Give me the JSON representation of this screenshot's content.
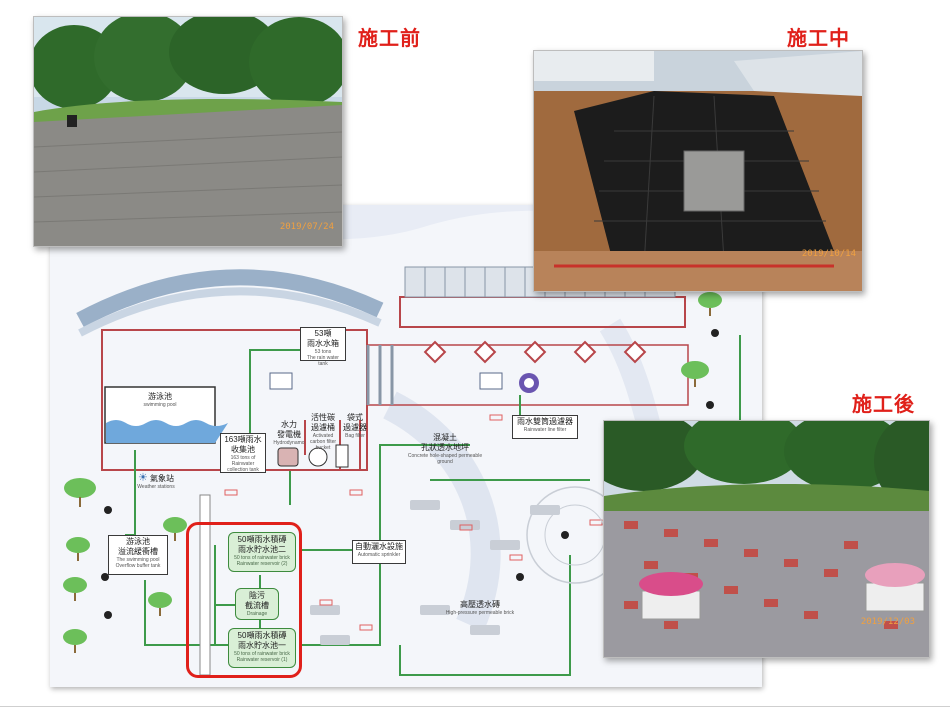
{
  "stages": {
    "before": "施工前",
    "during": "施工中",
    "after": "施工後"
  },
  "photos": {
    "before_date": "2019/07/24",
    "during_date": "2019/10/14",
    "after_date": "2019/12/03"
  },
  "diagram": {
    "roof_tank": {
      "zh1": "53噸",
      "zh2": "雨水水箱",
      "en": "53 tons",
      "en2": "The rain water tank"
    },
    "pool": {
      "zh": "游泳池",
      "en": "swimming pool"
    },
    "collection_tank": {
      "zh1": "163噸雨水",
      "zh2": "收集池",
      "en": "163 tons of Rainwater collection tank"
    },
    "generator": {
      "zh1": "水力",
      "zh2": "發電機",
      "en": "Hydrodynamo"
    },
    "filter_tank": {
      "zh1": "活性碳",
      "zh2": "過濾桶",
      "en": "Activated carbon filter bucket"
    },
    "bag_filter": {
      "zh1": "袋式",
      "zh2": "過濾器",
      "en": "Bag filter"
    },
    "weather": {
      "zh": "氣象站",
      "en": "Weather stations"
    },
    "overflow": {
      "zh1": "游泳池",
      "zh2": "溢流緩衝槽",
      "en": "The swimming pool Overflow buffer tank"
    },
    "reservoir2": {
      "zh1": "50噸雨水積磚",
      "zh2": "雨水貯水池二",
      "en": "50 tons of rainwater brick Rainwater reservoir (2)"
    },
    "drain": {
      "zh1": "陰污",
      "zh2": "截流槽",
      "en": "Drainage"
    },
    "reservoir1": {
      "zh1": "50噸雨水積磚",
      "zh2": "雨水貯水池一",
      "en": "50 tons of rainwater brick Rainwater reservoir (1)"
    },
    "sprinkler": {
      "zh": "自動灑水設施",
      "en": "Automatic sprinkler"
    },
    "concrete": {
      "zh1": "混凝土",
      "zh2": "孔狀透水地坪",
      "en": "Concrete hole-shaped permeable ground"
    },
    "rain_filter": {
      "zh1": "雨水雙筒過濾器",
      "en": "Rainwater line filter"
    },
    "permeable_brick": {
      "zh": "高壓透水磚",
      "en": "High-pressure permeable brick"
    }
  },
  "colors": {
    "accent_red": "#e0201a",
    "pipe_green": "#3d9a4a",
    "pipe_red": "#b8464a",
    "water_blue": "#6fa8dc"
  }
}
